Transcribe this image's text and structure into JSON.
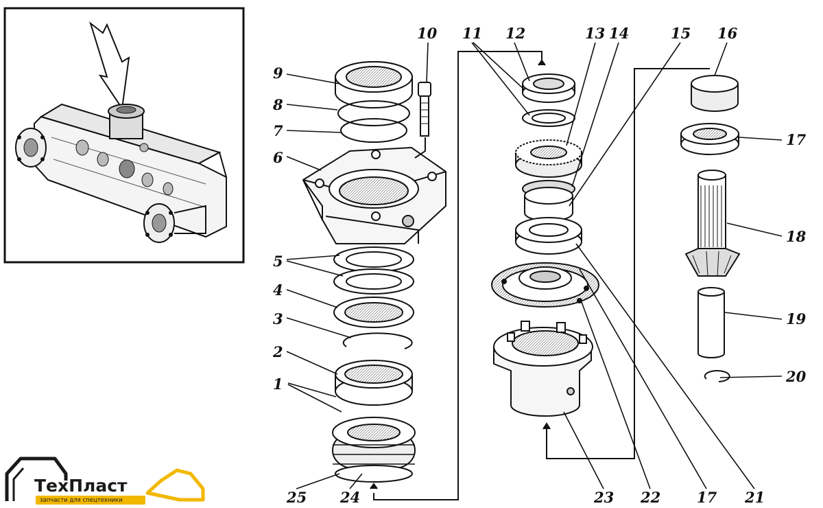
{
  "diagram": {
    "part_labels": [
      "1",
      "2",
      "3",
      "4",
      "5",
      "6",
      "7",
      "8",
      "9",
      "10",
      "11",
      "12",
      "13",
      "14",
      "15",
      "16",
      "17",
      "17",
      "18",
      "19",
      "20",
      "21",
      "22",
      "23",
      "24",
      "25"
    ]
  },
  "logo": {
    "text": "ТехПласт",
    "tagline": "запчасти для спецтехники",
    "accent_color": "#f2b800"
  }
}
